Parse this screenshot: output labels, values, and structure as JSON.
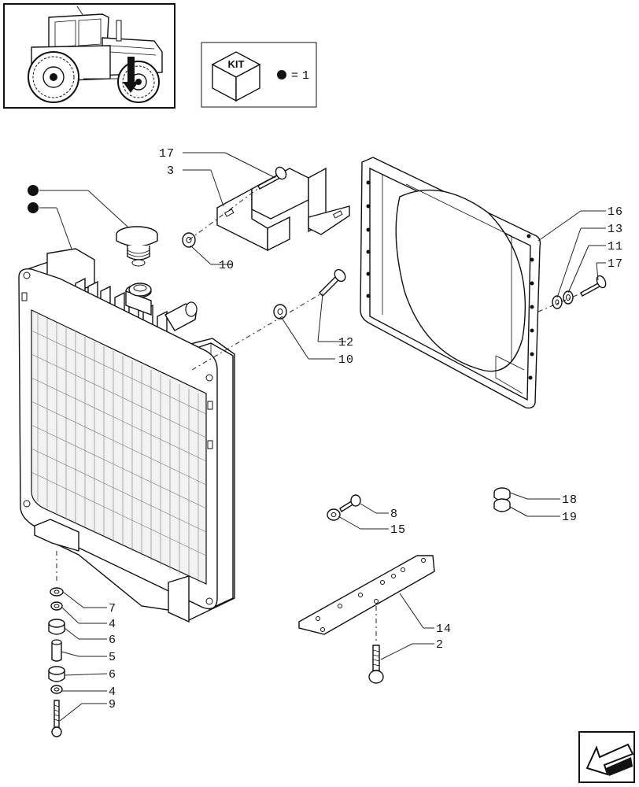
{
  "kit_legend": {
    "kit_label": "KIT",
    "equals": "=",
    "kit_number": "1"
  },
  "callouts": {
    "c17a": "17",
    "c3": "3",
    "c10a": "10",
    "c12": "12",
    "c10b": "10",
    "c16": "16",
    "c13": "13",
    "c11": "11",
    "c17b": "17",
    "c8": "8",
    "c15": "15",
    "c18": "18",
    "c19": "19",
    "c14": "14",
    "c2": "2",
    "c7": "7",
    "c4a": "4",
    "c6a": "6",
    "c5": "5",
    "c6b": "6",
    "c4b": "4",
    "c9": "9"
  },
  "icons": {
    "tractor": "tractor-thumbnail-icon",
    "kit_box": "kit-box-icon",
    "kit_dot": "kit-bullet-icon",
    "nav": "next-page-arrow-icon"
  }
}
